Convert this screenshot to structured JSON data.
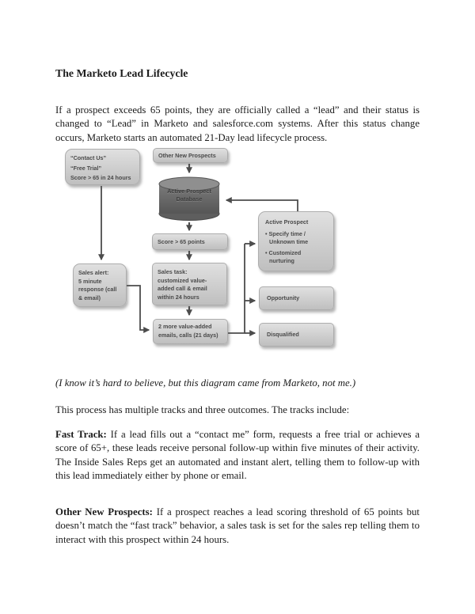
{
  "document": {
    "title": "The Marketo Lead Lifecycle",
    "intro": "If a prospect exceeds 65 points, they are officially called a “lead” and their status is changed to “Lead” in Marketo and salesforce.com systems. After this status change occurs, Marketo starts an automated 21-Day lead lifecycle process.",
    "caption": "(I know it’s hard to believe, but this diagram came from Marketo, not me.)",
    "tracks_intro": "This process has multiple tracks and three outcomes. The tracks include:",
    "fast_track": {
      "label": "Fast Track:",
      "body": " If a lead fills out a “contact me” form, requests a free trial or achieves a score of 65+, these leads receive personal follow-up within five minutes of their activity. The Inside Sales Reps get an automated and instant alert, telling them to follow-up with this lead immediately either by phone or email."
    },
    "other_prospects": {
      "label": "Other New Prospects:",
      "body": " If a prospect reaches a lead scoring threshold of 65 points but doesn’t match the “fast track” behavior, a sales task is set for the sales rep telling them to interact with this prospect within 24 hours."
    }
  },
  "diagram": {
    "nodes": {
      "contact_us": {
        "lines": [
          "“Contact Us”",
          "“Free Trial”",
          "Score > 65 in 24 hours"
        ]
      },
      "other_new_prospects": {
        "label": "Other New Prospects"
      },
      "active_prospect_database": {
        "lines": [
          "Active Prospect",
          "Database"
        ]
      },
      "score_65": {
        "label": "Score > 65 points"
      },
      "active_prospect": {
        "lines": [
          "Active Prospect",
          "• Specify time /",
          "Unknown time",
          "• Customized",
          "nurturing"
        ]
      },
      "sales_alert": {
        "lines": [
          "Sales alert:",
          "5 minute",
          "response (call",
          "& email)"
        ]
      },
      "sales_task": {
        "lines": [
          "Sales task:",
          "customized value-",
          "added call & email",
          "within 24 hours"
        ]
      },
      "two_more": {
        "lines": [
          "2 more value-added",
          "emails, calls (21 days)"
        ]
      },
      "opportunity": {
        "label": "Opportunity"
      },
      "disqualified": {
        "label": "Disqualified"
      }
    },
    "colors": {
      "box_fill_top": "#e0e0e0",
      "box_fill_bottom": "#bfbfbf",
      "box_text": "#4a4a4a",
      "cylinder_body": "#6e6e6e",
      "arrow": "#4c4c4c",
      "page_text": "#1b1b1b"
    }
  }
}
